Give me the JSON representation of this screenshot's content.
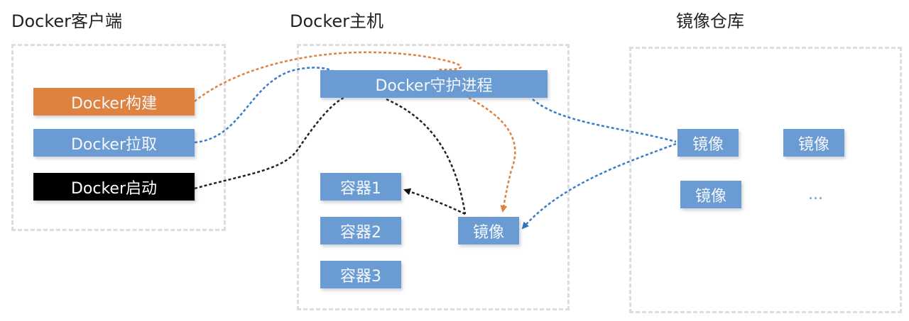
{
  "sections": {
    "client": {
      "title": "Docker客户端"
    },
    "host": {
      "title": "Docker主机"
    },
    "registry": {
      "title": "镜像仓库"
    }
  },
  "client_commands": [
    {
      "label": "Docker构建",
      "color": "#e0823f"
    },
    {
      "label": "Docker拉取",
      "color": "#6a9bd3"
    },
    {
      "label": "Docker启动",
      "color": "#000000"
    }
  ],
  "host": {
    "daemon": "Docker守护进程",
    "containers": [
      "容器1",
      "容器2",
      "容器3"
    ],
    "image": "镜像"
  },
  "registry": {
    "images": [
      "镜像",
      "镜像",
      "镜像"
    ],
    "more": "..."
  },
  "colors": {
    "build": "#e0823f",
    "pull": "#3a7cc8",
    "run": "#222222",
    "box": "#6a9bd3"
  }
}
